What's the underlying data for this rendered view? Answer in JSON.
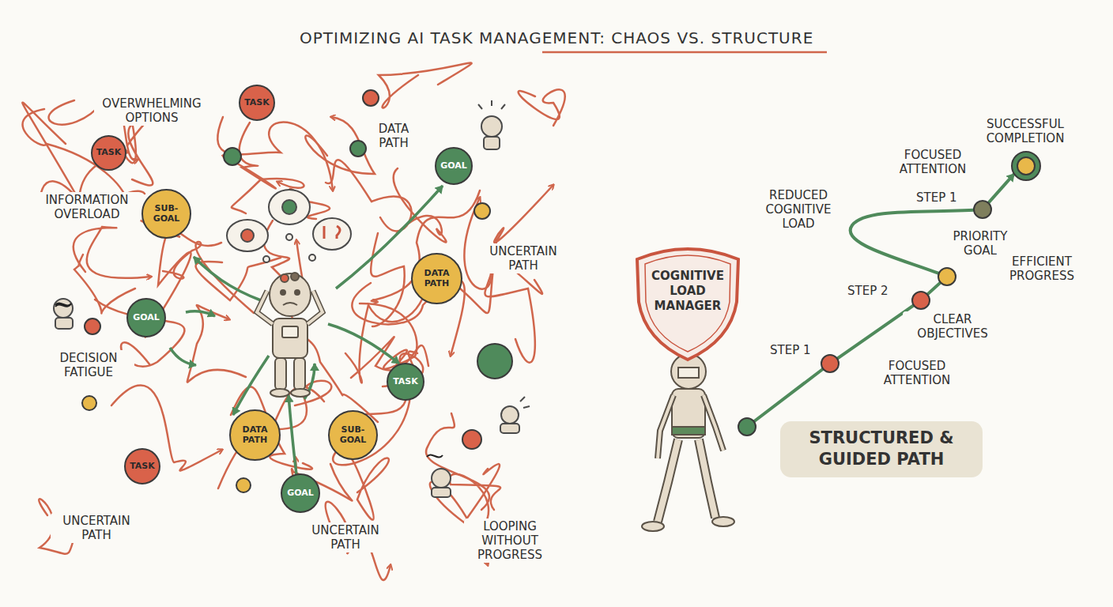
{
  "diagram": {
    "title": "OPTIMIZING AI TASK MANAGEMENT: CHAOS VS. STRUCTURE",
    "nodes": [
      {
        "text": [
          "TASK"
        ]
      },
      {
        "text": [
          "TASK"
        ]
      },
      {
        "text": [
          "GOAL"
        ]
      },
      {
        "text": [
          "SUB-GOAL"
        ]
      },
      {
        "text": [
          "DATA PATH"
        ]
      },
      {
        "text": [
          "GOAL"
        ]
      },
      {
        "text": [
          "TASK"
        ]
      },
      {
        "text": [
          "DATA PATH"
        ]
      },
      {
        "text": [
          "SUB-GOAL"
        ]
      },
      {
        "text": [
          "TASK"
        ]
      },
      {
        "text": [
          "GOAL"
        ]
      },
      {
        "text": [
          "COGNITIVE LOAD MANAGER"
        ]
      },
      {
        "text": [
          "STRUCTURED & GUIDED PATH"
        ]
      }
    ],
    "labels": [
      "OVERWHELMING OPTIONS",
      "DATA PATH",
      "INFORMATION OVERLOAD",
      "UNCERTAIN PATH",
      "DECISION FATIGUE",
      "UNCERTAIN PATH",
      "UNCERTAIN PATH",
      "LOOPING WITHOUT PROGRESS",
      "REDUCED COGNITIVE LOAD",
      "FOCUSED ATTENTION",
      "STEP 1",
      "SUCCESSFUL COMPLETION",
      "PRIORITY GOAL",
      "EFFICIENT PROGRESS",
      "STEP 2",
      "CLEAR OBJECTIVES",
      "STEP 1",
      "FOCUSED ATTENTION"
    ]
  }
}
